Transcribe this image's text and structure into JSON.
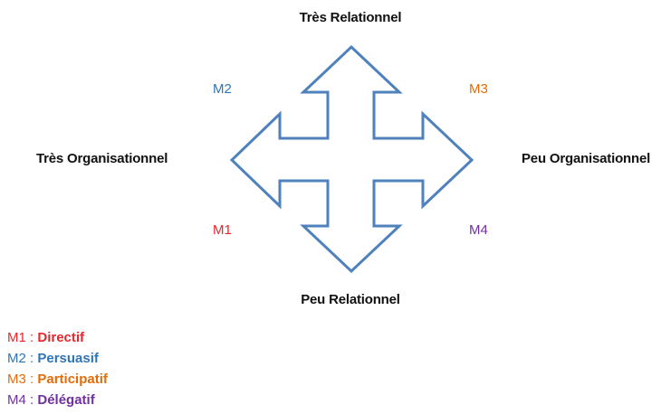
{
  "colors": {
    "arrow_stroke": "#4f81bd",
    "m1": "#e8262b",
    "m2": "#2e75b6",
    "m3": "#e36c09",
    "m4": "#7030a0"
  },
  "axes": {
    "top": "Très Relationnel",
    "bottom": "Peu Relationnel",
    "left": "Très Organisationnel",
    "right": "Peu Organisationnel"
  },
  "quadrants": {
    "m1": "M1",
    "m2": "M2",
    "m3": "M3",
    "m4": "M4"
  },
  "legend": [
    {
      "code": "M1",
      "sep": " : ",
      "name": "Directif"
    },
    {
      "code": "M2",
      "sep": " : ",
      "name": "Persuasif"
    },
    {
      "code": "M3",
      "sep": " : ",
      "name": "Participatif"
    },
    {
      "code": "M4",
      "sep": " : ",
      "name": "Délégatif"
    }
  ]
}
